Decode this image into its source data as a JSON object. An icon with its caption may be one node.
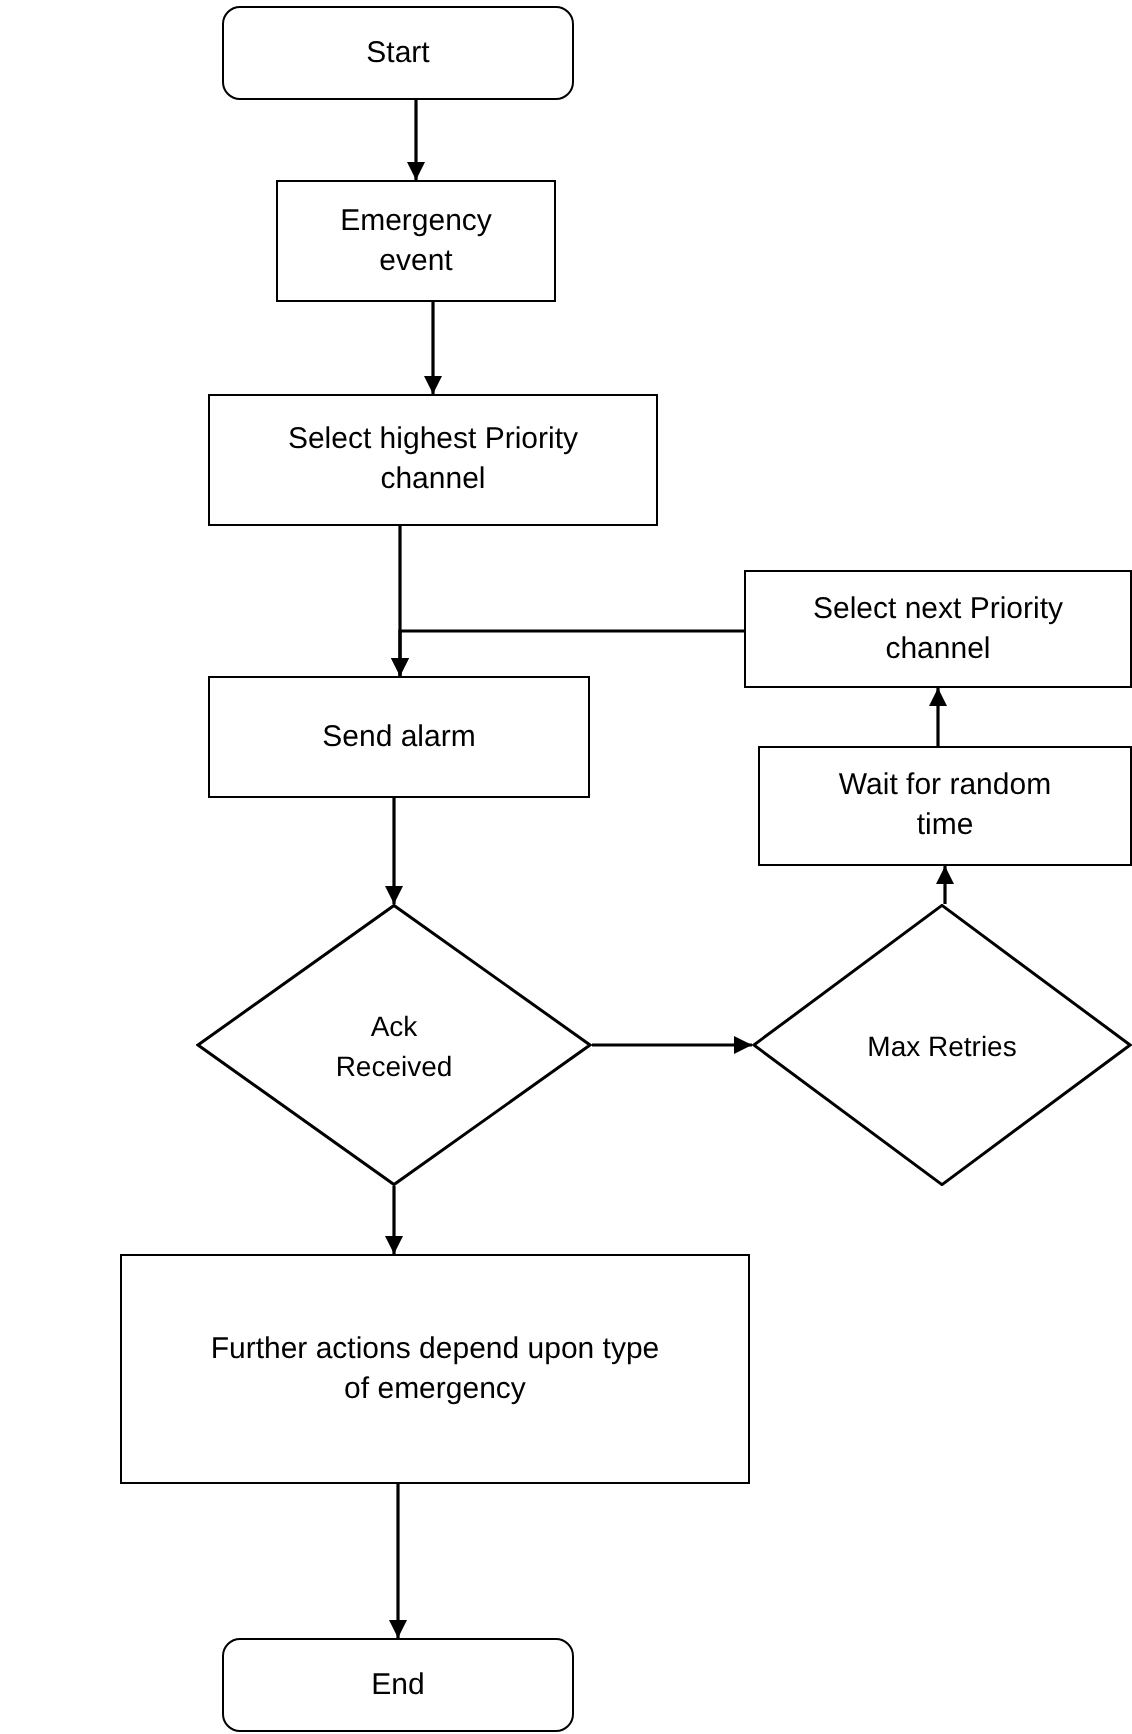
{
  "diagram": {
    "nodes": [
      {
        "text": [
          "Start"
        ]
      },
      {
        "text": [
          "Emergency event"
        ]
      },
      {
        "text": [
          "Select highest Priority channel"
        ]
      },
      {
        "text": [
          "Send alarm"
        ]
      },
      {
        "text": [
          "Ack Received"
        ]
      },
      {
        "text": [
          "Max Retries"
        ]
      },
      {
        "text": [
          "Wait for random time"
        ]
      },
      {
        "text": [
          "Select next Priority channel"
        ]
      },
      {
        "text": [
          "Further actions depend upon type of emergency"
        ]
      },
      {
        "text": [
          "End"
        ]
      }
    ],
    "edges": [
      {
        "from": 0,
        "to": 1,
        "arrow": "to"
      },
      {
        "from": 1,
        "to": 2,
        "arrow": "to"
      },
      {
        "from": 2,
        "to": 3,
        "arrow": "to"
      },
      {
        "from": 3,
        "to": 4,
        "arrow": "to"
      },
      {
        "from": 4,
        "to": 5,
        "arrow": "to"
      },
      {
        "from": 5,
        "to": 6,
        "arrow": "to"
      },
      {
        "from": 6,
        "to": 7,
        "arrow": "to"
      },
      {
        "from": 7,
        "to": 3,
        "arrow": "to"
      },
      {
        "from": 4,
        "to": 8,
        "arrow": "to"
      },
      {
        "from": 8,
        "to": 9,
        "arrow": "to"
      }
    ]
  }
}
